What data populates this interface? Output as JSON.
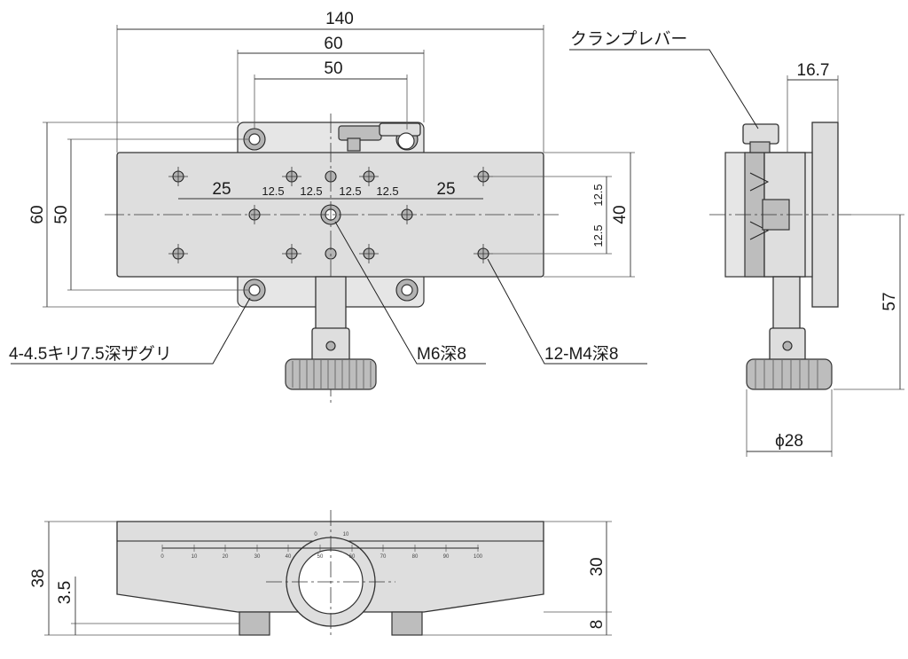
{
  "dimensions": {
    "top_width_140": "140",
    "top_width_60": "60",
    "top_width_50": "50",
    "left_height_60": "60",
    "left_height_50": "50",
    "spacing_25_left": "25",
    "spacing_12_5_a": "12.5",
    "spacing_12_5_b": "12.5",
    "spacing_12_5_c": "12.5",
    "spacing_12_5_d": "12.5",
    "spacing_25_right": "25",
    "right_12_5_top": "12.5",
    "right_12_5_bottom": "12.5",
    "right_height_40": "40",
    "side_width_16_7": "16.7",
    "side_height_57": "57",
    "knob_diameter_28": "ϕ28",
    "front_height_38": "38",
    "front_height_3_5": "3.5",
    "front_height_30": "30",
    "front_height_8": "8"
  },
  "labels": {
    "clamp_lever": "クランプレバー",
    "counterbore_holes": "4-4.5キリ7.5深ザグリ",
    "center_tap": "M6深8",
    "tap_holes": "12-M4深8"
  },
  "scale": {
    "ticks": [
      "0",
      "10",
      "20",
      "30",
      "40",
      "50",
      "60",
      "70",
      "80",
      "90",
      "100"
    ],
    "vernier": [
      "0",
      "10"
    ]
  },
  "colors": {
    "body": "#dedede",
    "line": "#333333",
    "hole": "#b3b3b3"
  }
}
